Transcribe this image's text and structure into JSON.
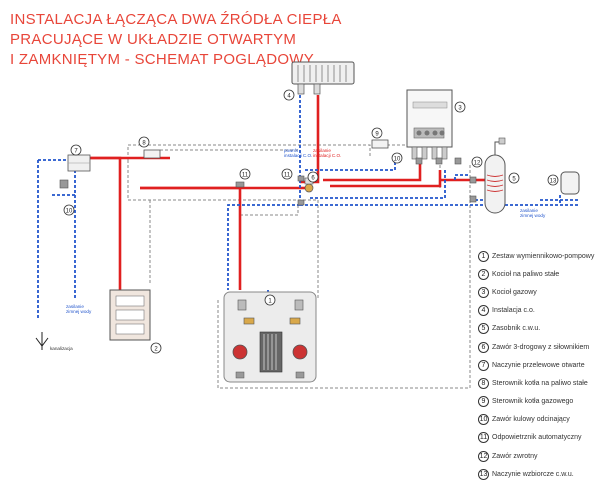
{
  "title": {
    "line1": "INSTALACJA ŁĄCZĄCA DWA ŹRÓDŁA CIEPŁA",
    "line2": "PRACUJĄCE W UKŁADZIE OTWARTYM",
    "line3": "I ZAMKNIĘTYM - SCHEMAT POGLĄDOWY"
  },
  "labels": {
    "supply_co": "zasilanie\ninstalacji C.O.",
    "return_co": "powrót\ninstalacji C.O.",
    "cold_water_right": "zasilanie\nzimnej wody",
    "cold_water_left": "zasilanie\nzimnej wody",
    "sewage": "kanalizacja"
  },
  "markers": [
    "1",
    "2",
    "3",
    "4",
    "5",
    "6",
    "7",
    "8",
    "9",
    "10",
    "11",
    "12",
    "13"
  ],
  "legend": [
    {
      "num": "1",
      "label": "Zestaw wymiennikowo-pompowy"
    },
    {
      "num": "2",
      "label": "Kocioł na paliwo stałe"
    },
    {
      "num": "3",
      "label": "Kocioł gazowy"
    },
    {
      "num": "4",
      "label": "Instalacja c.o."
    },
    {
      "num": "5",
      "label": "Zasobnik c.w.u."
    },
    {
      "num": "6",
      "label": "Zawór 3-drogowy z siłownikiem"
    },
    {
      "num": "7",
      "label": "Naczynie przelewowe otwarte"
    },
    {
      "num": "8",
      "label": "Sterownik kotła na paliwo stałe"
    },
    {
      "num": "9",
      "label": "Sterownik kotła gazowego"
    },
    {
      "num": "10",
      "label": "Zawór kulowy odcinający"
    },
    {
      "num": "11",
      "label": "Odpowietrznik automatyczny"
    },
    {
      "num": "12",
      "label": "Zawór zwrotny"
    },
    {
      "num": "13",
      "label": "Naczynie wzbiorcze c.w.u."
    }
  ],
  "colors": {
    "hot": "#e02020",
    "return": "#2255cc",
    "control": "#888888",
    "title": "#e8463a"
  }
}
